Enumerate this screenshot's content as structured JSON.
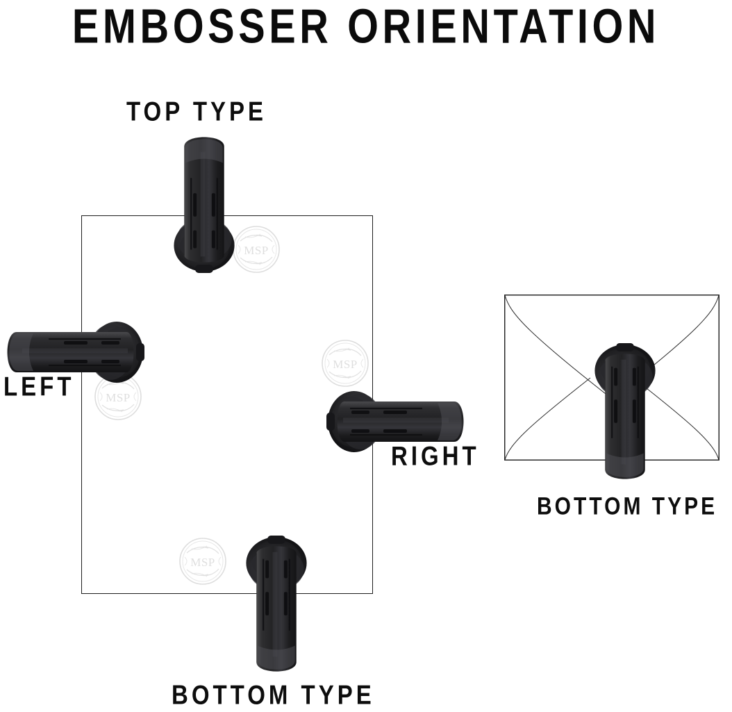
{
  "page": {
    "title": "EMBOSSER ORIENTATION",
    "background_color": "#ffffff",
    "ink_color": "#0d0d0d",
    "outline_color": "#1c1c1c",
    "embosser_body_color": "#2b2b2d",
    "seal_color": "#d8d8d8"
  },
  "labels": {
    "top": "TOP TYPE",
    "left": "LEFT",
    "right": "RIGHT",
    "bottom": "BOTTOM TYPE",
    "envelope_bottom": "BOTTOM TYPE"
  },
  "seal": {
    "monogram": "MSP",
    "description": "embossed circular laurel wreath seal"
  },
  "diagram": {
    "sheet_name": "paper-sheet",
    "envelope_name": "envelope",
    "orientations": [
      {
        "id": "top",
        "label": "TOP TYPE",
        "edge": "top",
        "handle_direction": "up",
        "surface": "paper"
      },
      {
        "id": "left",
        "label": "LEFT",
        "edge": "left",
        "handle_direction": "left",
        "surface": "paper"
      },
      {
        "id": "right",
        "label": "RIGHT",
        "edge": "right",
        "handle_direction": "right",
        "surface": "paper"
      },
      {
        "id": "bottom",
        "label": "BOTTOM TYPE",
        "edge": "bottom",
        "handle_direction": "down",
        "surface": "paper"
      },
      {
        "id": "envelope-bottom",
        "label": "BOTTOM TYPE",
        "edge": "bottom",
        "handle_direction": "down",
        "surface": "envelope"
      }
    ],
    "seal_marks": [
      {
        "id": "seal-a",
        "monogram": "MSP"
      },
      {
        "id": "seal-b",
        "monogram": "MSP"
      },
      {
        "id": "seal-c",
        "monogram": "MSP"
      },
      {
        "id": "seal-d",
        "monogram": "MSP"
      }
    ]
  }
}
